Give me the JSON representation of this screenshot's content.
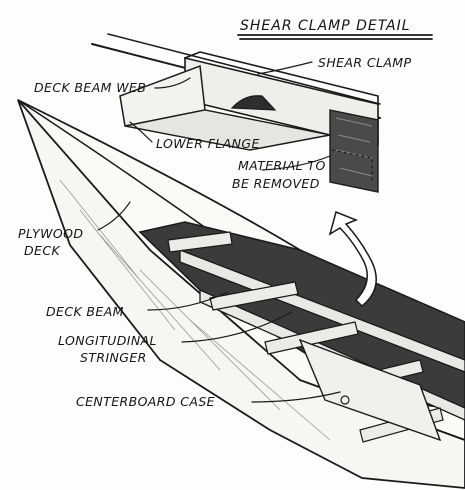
{
  "title": "SHEAR CLAMP DETAIL",
  "labels": {
    "shear_clamp": "SHEAR CLAMP",
    "deck_beam_web": "DECK BEAM WEB",
    "lower_flange": "LOWER FLANGE",
    "material_line1": "MATERIAL TO",
    "material_line2": "BE REMOVED",
    "plywood_line1": "PLYWOOD",
    "plywood_line2": "DECK",
    "deck_beam": "DECK BEAM",
    "stringer_line1": "LONGITUDINAL",
    "stringer_line2": "STRINGER",
    "centerboard_case": "CENTERBOARD CASE"
  },
  "colors": {
    "ink": "#1a1a1a",
    "paper": "#fdfdfb",
    "shade": "#3a3a3a"
  }
}
